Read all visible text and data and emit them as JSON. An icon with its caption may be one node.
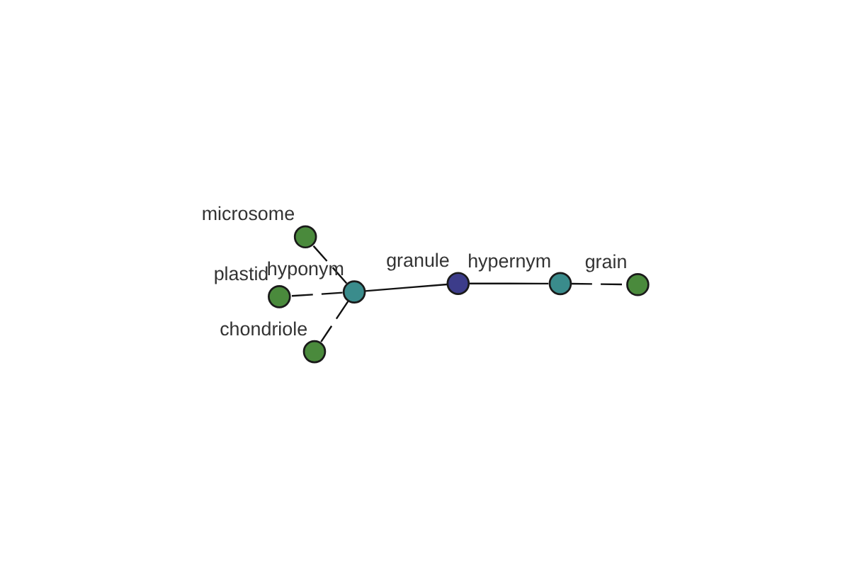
{
  "diagram": {
    "nodes": [
      {
        "text": [
          "microsome"
        ]
      },
      {
        "text": [
          "grain"
        ]
      },
      {
        "text": [
          "hypernym"
        ]
      },
      {
        "text": [
          "granule"
        ]
      },
      {
        "text": [
          "hyponym"
        ]
      },
      {
        "text": [
          "plastid"
        ]
      },
      {
        "text": [
          "chondriole"
        ]
      }
    ],
    "edges": [
      {
        "from": 4,
        "to": 0,
        "arrow": "none",
        "style": "dashed"
      },
      {
        "from": 4,
        "to": 5,
        "arrow": "none",
        "style": "dashed"
      },
      {
        "from": 4,
        "to": 6,
        "arrow": "none",
        "style": "dashed"
      },
      {
        "from": 3,
        "to": 4,
        "arrow": "none"
      },
      {
        "from": 3,
        "to": 2,
        "arrow": "none"
      },
      {
        "from": 2,
        "to": 1,
        "arrow": "none",
        "style": "dashed"
      }
    ]
  }
}
